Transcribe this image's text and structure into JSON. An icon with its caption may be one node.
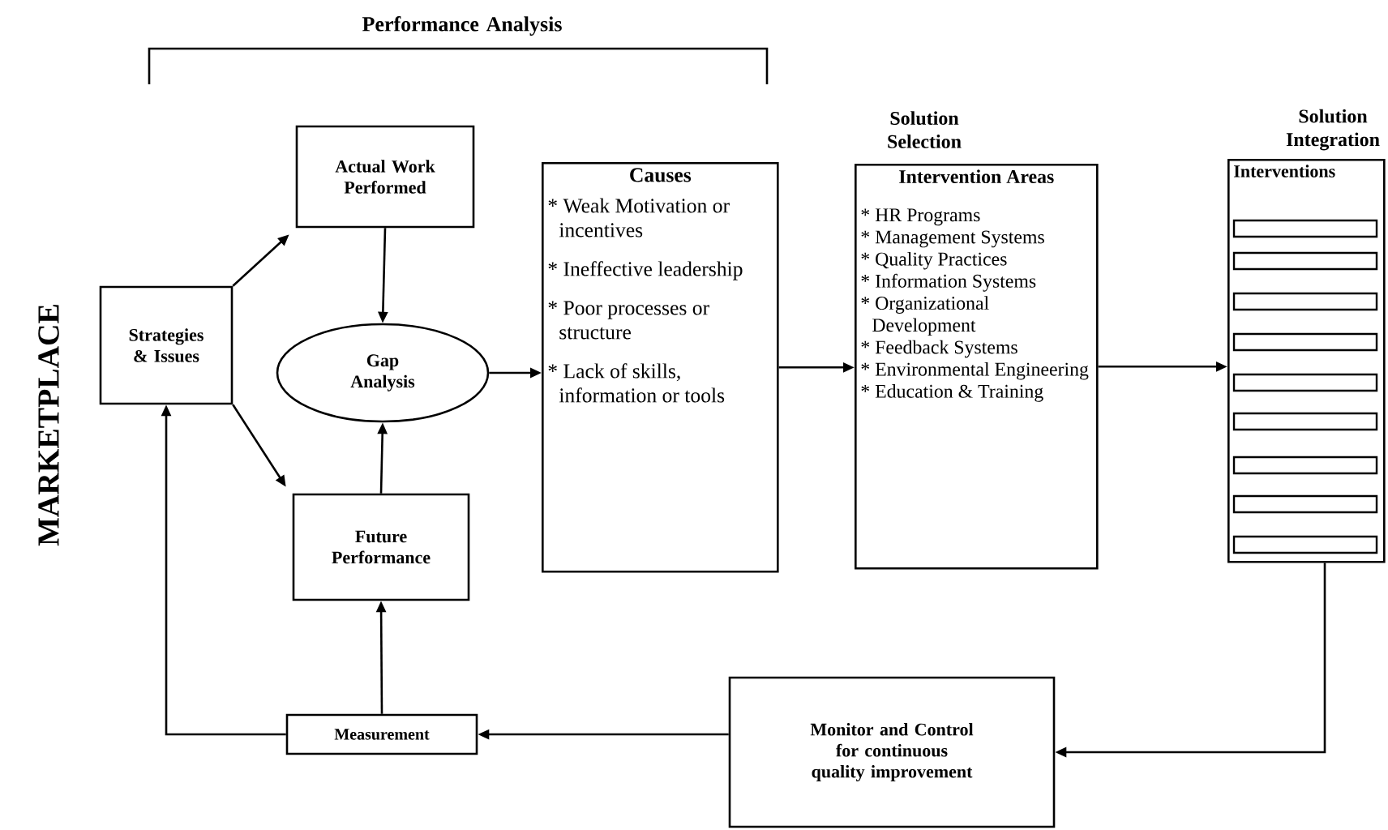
{
  "diagram": {
    "nodes": [
      {
        "text": [
          "Strategies & Issues"
        ]
      },
      {
        "text": [
          "Actual Work Performed"
        ]
      },
      {
        "text": [
          "Gap Analysis"
        ]
      },
      {
        "text": [
          "Future Performance"
        ]
      },
      {
        "text": [
          "Causes",
          "* Weak Motivation or incentives",
          "* Ineffective leadership",
          "* Poor processes or structure",
          "* Lack of skills, information or tools"
        ]
      },
      {
        "text": [
          "Intervention Areas",
          "* HR Programs",
          "* Management Systems",
          "* Quality Practices",
          "* Information Systems",
          "* Organizational Development",
          "* Feedback Systems",
          "* Environmental Engineering",
          "* Education & Training"
        ]
      },
      {
        "text": [
          "Interventions"
        ]
      },
      {
        "text": [],
        "shape": "box",
        "in": 6
      },
      {
        "text": [],
        "shape": "box",
        "in": 6
      },
      {
        "text": [],
        "shape": "box",
        "in": 6
      },
      {
        "text": [],
        "shape": "box",
        "in": 6
      },
      {
        "text": [],
        "shape": "box",
        "in": 6
      },
      {
        "text": [],
        "shape": "box",
        "in": 6
      },
      {
        "text": [],
        "shape": "box",
        "in": 6
      },
      {
        "text": [],
        "shape": "box",
        "in": 6
      },
      {
        "text": [],
        "shape": "box",
        "in": 6
      },
      {
        "text": [
          "Measurement"
        ]
      },
      {
        "text": [
          "Monitor and Control for continuous quality improvement"
        ]
      }
    ],
    "edges": [
      {
        "from": 0,
        "to": 1,
        "arrow": "to"
      },
      {
        "from": 0,
        "to": 3,
        "arrow": "to"
      },
      {
        "from": 1,
        "to": 2,
        "arrow": "to"
      },
      {
        "from": 3,
        "to": 2,
        "arrow": "to"
      },
      {
        "from": 2,
        "to": 4,
        "arrow": "to"
      },
      {
        "from": 4,
        "to": 5,
        "arrow": "to"
      },
      {
        "from": 5,
        "to": 6,
        "arrow": "to"
      },
      {
        "from": 6,
        "to": 17,
        "arrow": "to"
      },
      {
        "from": 17,
        "to": 16,
        "arrow": "to"
      },
      {
        "from": 16,
        "to": 3,
        "arrow": "to"
      },
      {
        "from": 16,
        "to": 0,
        "arrow": "to"
      }
    ],
    "labels": [
      "Performance Analysis",
      "Solution Selection",
      "Solution Integration",
      "MARKETPLACE"
    ]
  }
}
